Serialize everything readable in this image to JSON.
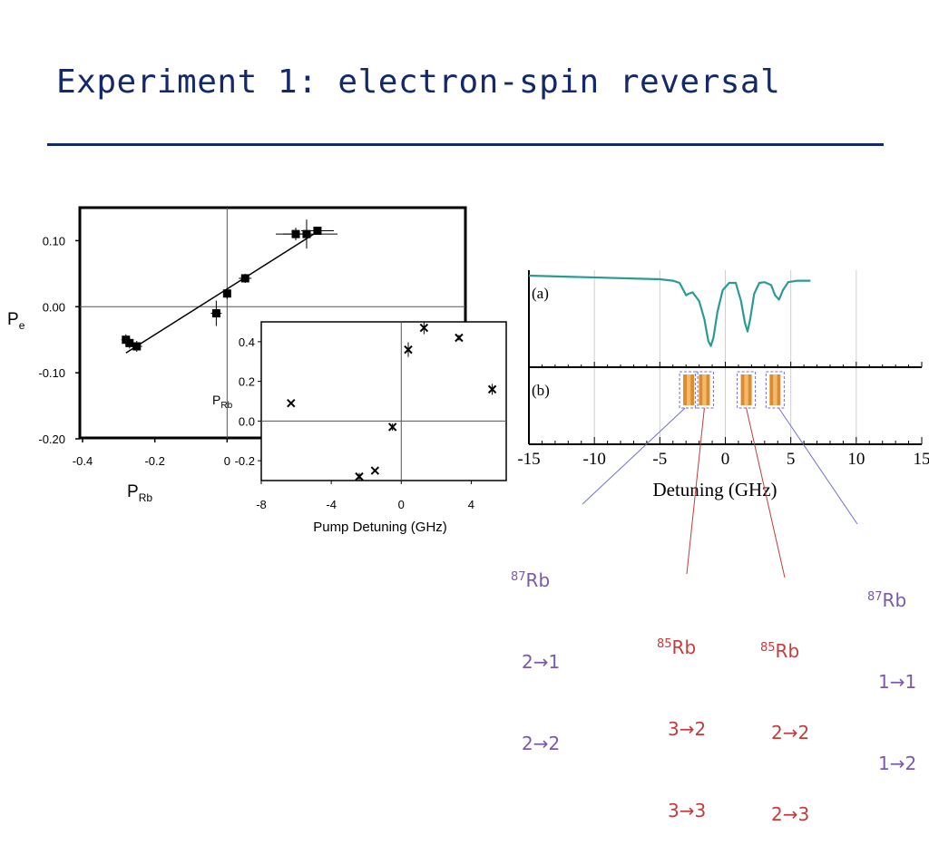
{
  "slide": {
    "title": "Experiment 1: electron-spin reversal"
  },
  "colors": {
    "title": "#14296b",
    "rb87": "#7a5aa8",
    "rb85": "#c23c3c",
    "spectrum": "#2a9a94",
    "transition_fill": "#f5b96b",
    "transition_bar": "#e08a2a"
  },
  "chart_data": [
    {
      "type": "scatter",
      "xlabel": "P",
      "xlabel_sub": "Rb",
      "ylabel": "P",
      "ylabel_sub": "e",
      "xlim": [
        -0.4,
        0.2
      ],
      "ylim": [
        -0.2,
        0.15
      ],
      "x_ticks": [
        "-0.4",
        "-0.2",
        "0"
      ],
      "y_ticks": [
        "0.10",
        "0.00",
        "-0.10",
        "-0.20"
      ],
      "x": [
        -0.28,
        -0.27,
        -0.25,
        -0.03,
        0.0,
        0.05,
        0.19,
        0.22,
        0.25
      ],
      "y": [
        -0.05,
        -0.055,
        -0.06,
        -0.01,
        0.02,
        0.043,
        0.11,
        0.11,
        0.115
      ],
      "fit_line": {
        "x": [
          -0.28,
          0.24
        ],
        "y": [
          -0.07,
          0.11
        ]
      }
    },
    {
      "type": "scatter",
      "xlabel": "Pump Detuning (GHz)",
      "ylabel": "P",
      "ylabel_sub": "Rb",
      "xlim": [
        -8,
        6
      ],
      "ylim": [
        -0.3,
        0.5
      ],
      "x_ticks": [
        "-8",
        "-4",
        "0",
        "4"
      ],
      "y_ticks": [
        "0.4",
        "0.2",
        "0.0",
        "-0.2"
      ],
      "x": [
        -6.3,
        -2.4,
        -1.5,
        -0.5,
        0.4,
        1.3,
        3.3,
        5.2
      ],
      "y": [
        0.09,
        -0.28,
        -0.25,
        -0.03,
        0.36,
        0.47,
        0.42,
        0.16
      ]
    },
    {
      "type": "line",
      "panels": [
        "(a)",
        "(b)"
      ],
      "xlabel": "Detuning (GHz)",
      "xlim": [
        -15,
        15
      ],
      "x_ticks": [
        "-15",
        "-10",
        "-5",
        "0",
        "5",
        "10",
        "15"
      ],
      "spectrum_x": [
        -5.0,
        -4.0,
        -3.5,
        -3.2,
        -3.0,
        -2.8,
        -2.5,
        -2.0,
        -1.6,
        -1.3,
        -1.1,
        -0.9,
        -0.6,
        -0.2,
        0.3,
        0.8,
        1.2,
        1.5,
        1.7,
        1.9,
        2.2,
        2.6,
        3.0,
        3.5,
        3.8,
        4.1,
        4.4,
        4.8,
        5.5,
        6.5
      ],
      "spectrum_y": [
        1.0,
        0.98,
        0.95,
        0.85,
        0.78,
        0.8,
        0.82,
        0.7,
        0.45,
        0.15,
        0.08,
        0.2,
        0.55,
        0.85,
        0.95,
        0.95,
        0.7,
        0.4,
        0.28,
        0.45,
        0.8,
        0.95,
        0.96,
        0.92,
        0.78,
        0.72,
        0.85,
        0.96,
        0.98,
        0.98
      ],
      "transition_boxes": [
        {
          "center": -2.8
        },
        {
          "center": -1.6
        },
        {
          "center": 1.6
        },
        {
          "center": 3.8
        }
      ]
    }
  ],
  "annotations": {
    "rb87_left": {
      "iso": "87",
      "el": "Rb",
      "lines": [
        "2→1",
        "2→2"
      ]
    },
    "rb85_left": {
      "iso": "85",
      "el": "Rb",
      "lines": [
        "3→2",
        "3→3"
      ]
    },
    "rb85_right": {
      "iso": "85",
      "el": "Rb",
      "lines": [
        "2→2",
        "2→3"
      ]
    },
    "rb87_right": {
      "iso": "87",
      "el": "Rb",
      "lines": [
        "1→1",
        "1→2"
      ]
    }
  }
}
